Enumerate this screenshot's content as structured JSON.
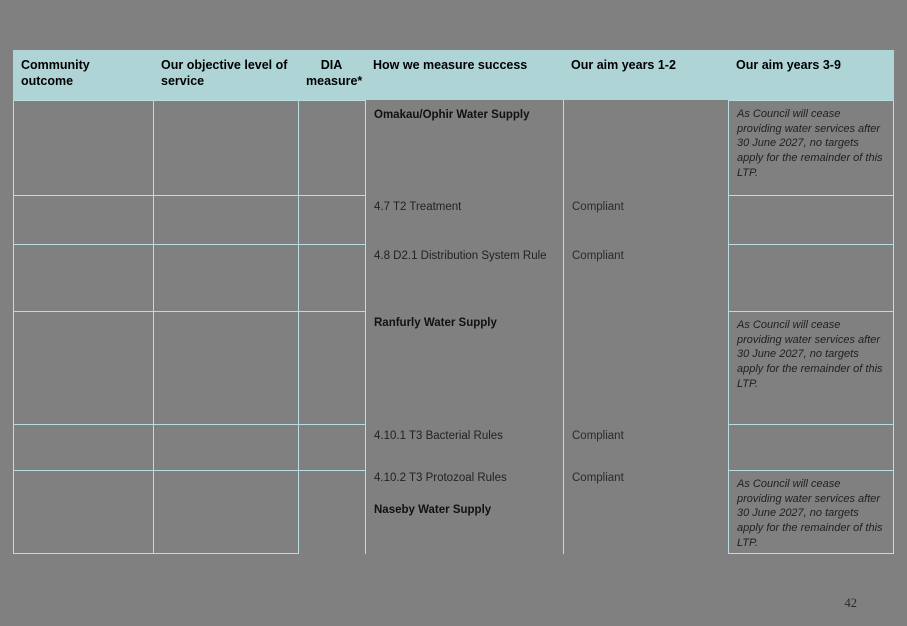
{
  "document": {
    "page_number": "42"
  },
  "colors": {
    "page_background": "#808080",
    "header_fill": "#aed4d6",
    "grid_line": "#b9dde0",
    "text": "#1a1a1a"
  },
  "table": {
    "name": "water-supply-performance-measures",
    "columns": [
      {
        "key": "community_outcome",
        "label": "Community outcome"
      },
      {
        "key": "objective_level",
        "label": "Our objective level of service"
      },
      {
        "key": "dia_measure",
        "label": "DIA measure*"
      },
      {
        "key": "how_we_measure",
        "label": "How we measure success"
      },
      {
        "key": "aim_years_1_2",
        "label": "Our aim years 1-2"
      },
      {
        "key": "aim_years_3_9",
        "label": "Our aim years 3-9"
      }
    ],
    "measure_entries": [
      {
        "text": "Omakau/Ophir Water Supply",
        "style": "heading"
      },
      {
        "text": "4.7 T2 Treatment",
        "style": "plain"
      },
      {
        "text": "4.8 D2.1 Distribution System Rule",
        "style": "plain"
      },
      {
        "text": "Ranfurly Water Supply",
        "style": "heading"
      },
      {
        "text": "4.10.1 T3 Bacterial Rules",
        "style": "plain"
      },
      {
        "text": "4.10.2 T3 Protozoal Rules",
        "style": "plain"
      },
      {
        "text": "Naseby Water Supply",
        "style": "heading"
      }
    ],
    "aim_years_1_2_entries": [
      {
        "text": "Compliant"
      },
      {
        "text": "Compliant"
      },
      {
        "text": "Compliant"
      },
      {
        "text": "Compliant"
      }
    ],
    "aim_years_3_9_entries": [
      {
        "text": "As Council will cease providing water services after 30 June 2027, no targets apply for the remainder of this LTP."
      },
      {
        "text": ""
      },
      {
        "text": ""
      },
      {
        "text": "As Council will cease providing water services after 30 June 2027, no targets apply for the remainder of this LTP."
      },
      {
        "text": ""
      },
      {
        "text": "As Council will cease providing water services after 30 June 2027, no targets apply for the remainder of this LTP."
      }
    ],
    "rows": [
      {
        "community_outcome": "",
        "objective_level": "",
        "dia_measure": ""
      },
      {
        "community_outcome": "",
        "objective_level": "",
        "dia_measure": ""
      },
      {
        "community_outcome": "",
        "objective_level": "",
        "dia_measure": ""
      },
      {
        "community_outcome": "",
        "objective_level": "",
        "dia_measure": ""
      },
      {
        "community_outcome": "",
        "objective_level": "",
        "dia_measure": ""
      },
      {
        "community_outcome": "",
        "objective_level": "",
        "dia_measure": ""
      }
    ]
  }
}
